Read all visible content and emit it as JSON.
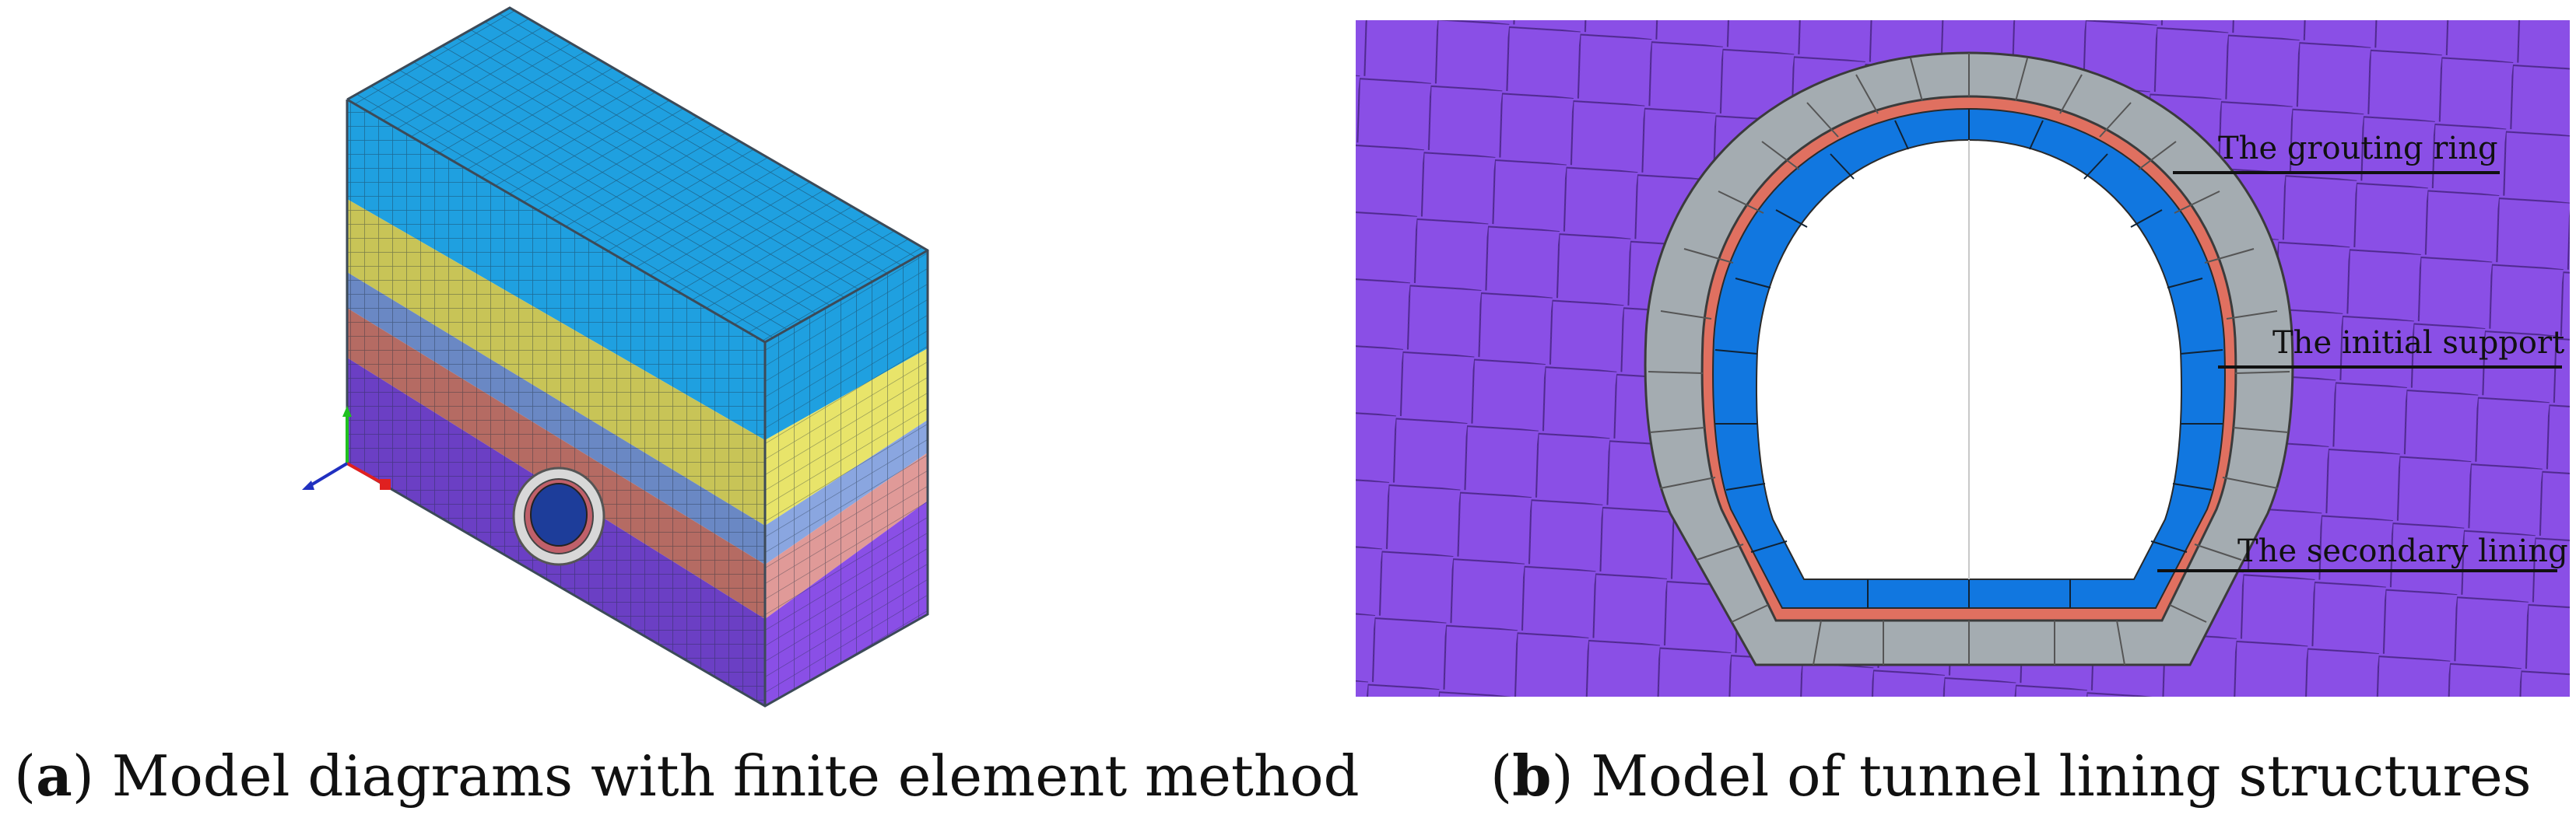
{
  "panel_a": {
    "caption_paren_open": "(",
    "caption_letter": "a",
    "caption_paren_close": ")",
    "caption_text": " Model diagrams with finite element method"
  },
  "panel_b": {
    "caption_paren_open": "(",
    "caption_letter": "b",
    "caption_paren_close": ")",
    "caption_text": " Model of tunnel lining structures",
    "callouts": {
      "grouting_ring": "The grouting ring",
      "initial_support": "The initial support",
      "secondary_lining": "The secondary lining"
    }
  },
  "colors": {
    "sky_blue": "#1fa0e0",
    "olive_yellow": "#c8c457",
    "steel_blue": "#6a88c4",
    "brick_red": "#b56b63",
    "violet": "#6b3fc4",
    "violet_light": "#8a4fe6",
    "grouting_gray": "#a4acb1",
    "support_salmon": "#e07060",
    "lining_blue": "#1177e0",
    "axis_red": "#e02020",
    "axis_green": "#20c020",
    "axis_blue": "#2030c0"
  }
}
